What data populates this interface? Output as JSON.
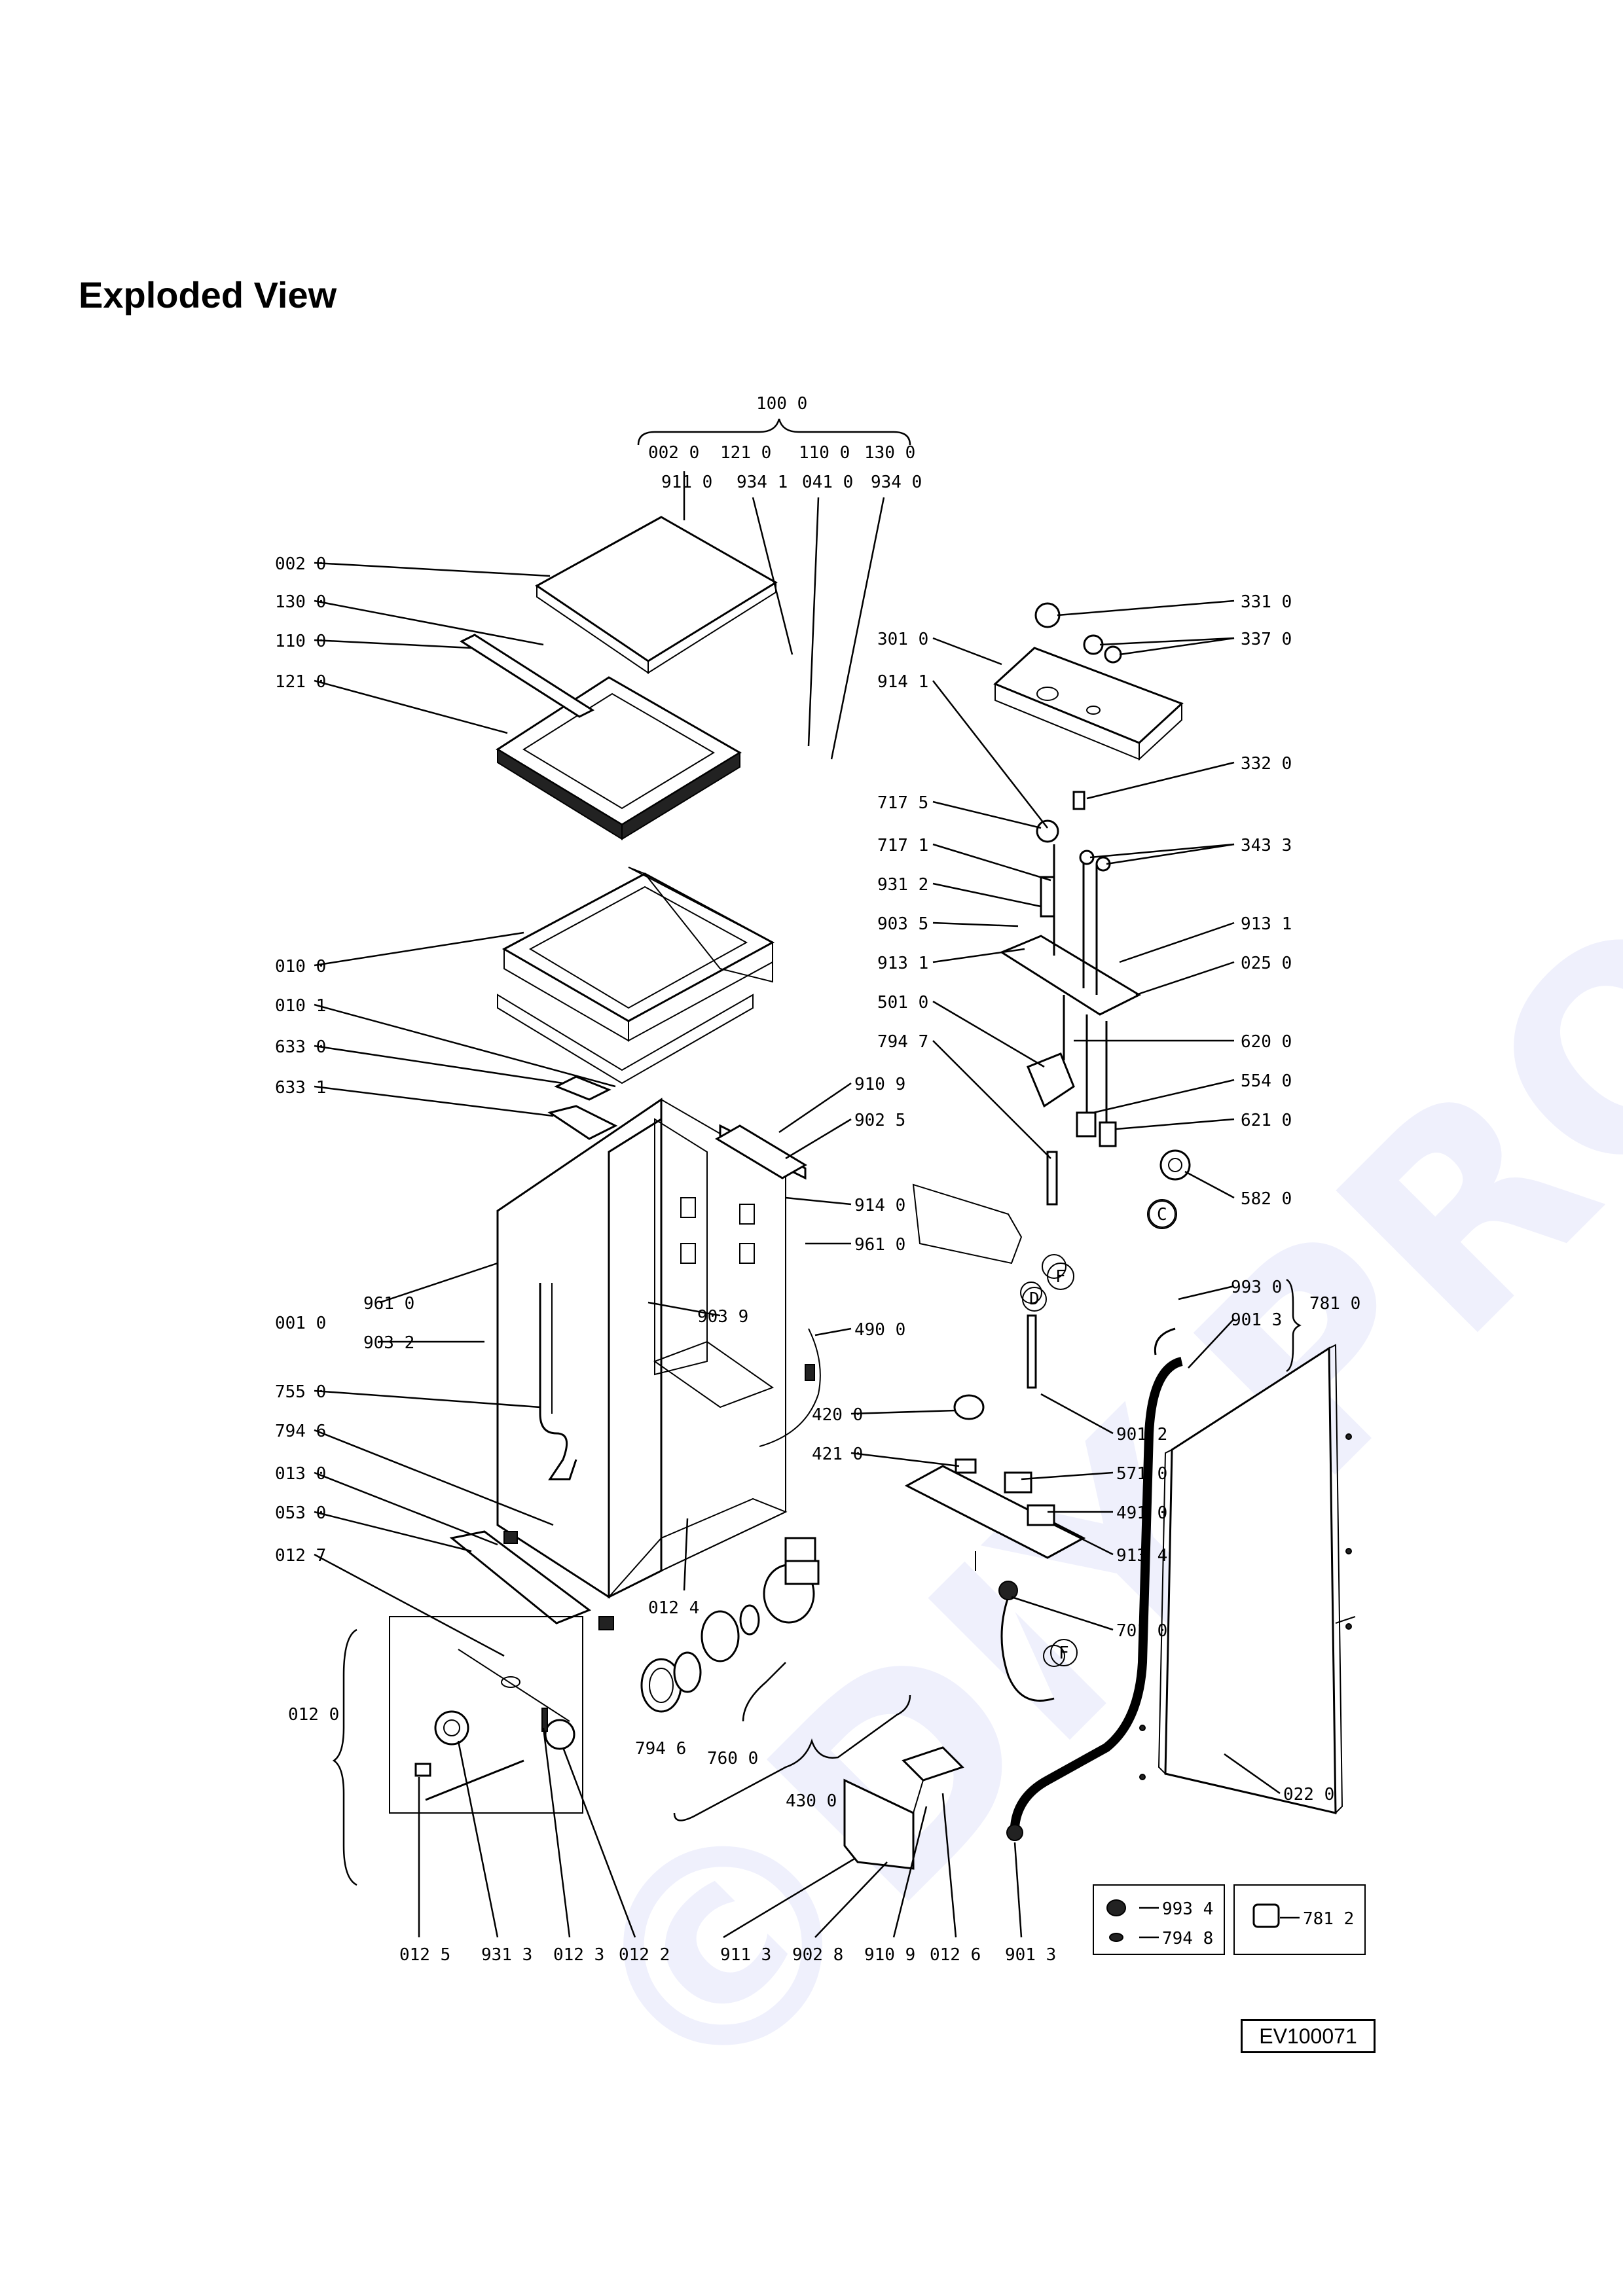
{
  "title": "Exploded View",
  "watermark": "©DIY-PRODEJ.cz",
  "doc_code": "EV100071",
  "labels": {
    "l1000": "100 0",
    "l0020t": "002 0",
    "l1210t": "121 0",
    "l1100t": "110 0",
    "l1300t": "130 0",
    "l9110": "911 0",
    "l9341": "934 1",
    "l0410": "041 0",
    "l9340": "934 0",
    "l0020": "002 0",
    "l1300": "130 0",
    "l1100": "110 0",
    "l1210": "121 0",
    "l0100": "010 0",
    "l0101": "010 1",
    "l6330": "633 0",
    "l6331": "633 1",
    "l0010": "001 0",
    "l9610a": "961 0",
    "l9032": "903 2",
    "l7550": "755 0",
    "l7946a": "794 6",
    "l0130": "013 0",
    "l0530": "053 0",
    "l0127": "012 7",
    "l0120": "012 0",
    "l0125": "012 5",
    "l9313": "931 3",
    "l0123": "012 3",
    "l0122": "012 2",
    "l9109a": "910 9",
    "l9025": "902 5",
    "l9140": "914 0",
    "l9610b": "961 0",
    "l9039": "903 9",
    "l4900": "490 0",
    "l0124": "012 4",
    "l7946b": "794 6",
    "l7600": "760 0",
    "l4300": "430 0",
    "l9113": "911 3",
    "l9028": "902 8",
    "l9109b": "910 9",
    "l0126": "012 6",
    "l9013b": "901 3",
    "l3010": "301 0",
    "l3310": "331 0",
    "l3370": "337 0",
    "l9141": "914 1",
    "l3320": "332 0",
    "l7175": "717 5",
    "l7171": "717 1",
    "l3433": "343 3",
    "l9312": "931 2",
    "l9035": "903 5",
    "l9131a": "913 1",
    "l9131b": "913 1",
    "l0250": "025 0",
    "l5010": "501 0",
    "l7947": "794 7",
    "l6200": "620 0",
    "l5540": "554 0",
    "l6210": "621 0",
    "l5820": "582 0",
    "l9930": "993 0",
    "l9013a": "901 3",
    "l7810": "781 0",
    "l4200": "420 0",
    "l4210": "421 0",
    "l9012": "901 2",
    "l5710": "571 0",
    "l4910": "491 0",
    "l9134": "913 4",
    "l7010": "701 0",
    "l0220": "022 0",
    "l9934": "993 4",
    "l7948": "794 8",
    "l7812": "781 2",
    "cC": "C",
    "cF1": "F",
    "cD": "D",
    "cF2": "F"
  }
}
